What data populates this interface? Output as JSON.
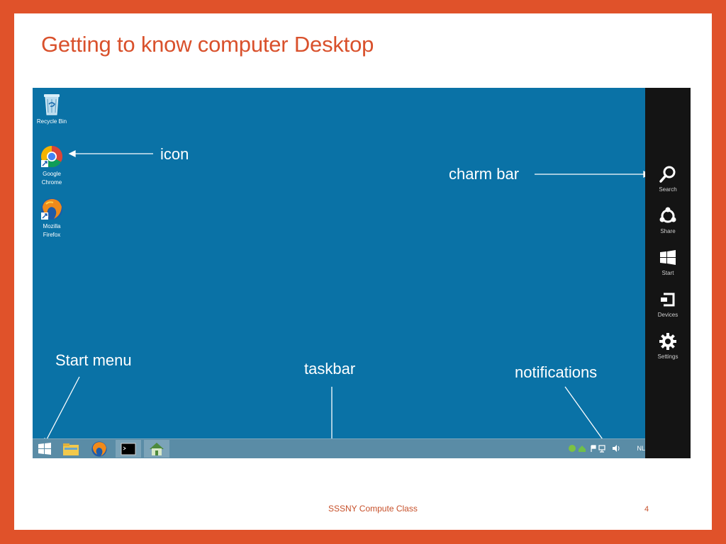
{
  "slide": {
    "title": "Getting to know computer Desktop",
    "footer": "SSSNY Compute Class",
    "page_number": "4"
  },
  "desktop": {
    "icons": [
      {
        "label": "Recycle Bin",
        "icon": "recycle-bin-icon"
      },
      {
        "label": "Google Chrome",
        "icon": "chrome-icon"
      },
      {
        "label": "Mozilla Firefox",
        "icon": "firefox-icon"
      }
    ],
    "background_color": "#0a72a6"
  },
  "charm_bar": {
    "items": [
      {
        "label": "Search",
        "icon": "search-icon"
      },
      {
        "label": "Share",
        "icon": "share-icon"
      },
      {
        "label": "Start",
        "icon": "windows-icon"
      },
      {
        "label": "Devices",
        "icon": "devices-icon"
      },
      {
        "label": "Settings",
        "icon": "gear-icon"
      }
    ]
  },
  "taskbar": {
    "items": [
      {
        "icon": "windows-start-icon"
      },
      {
        "icon": "file-explorer-icon"
      },
      {
        "icon": "firefox-icon"
      },
      {
        "icon": "command-prompt-icon"
      },
      {
        "icon": "home-app-icon"
      }
    ],
    "tray_language": "NL"
  },
  "annotations": {
    "icon": "icon",
    "charm_bar": "charm bar",
    "start_menu": "Start menu",
    "taskbar": "taskbar",
    "notifications": "notifications"
  },
  "colors": {
    "accent": "#e0522a",
    "title": "#d9512c",
    "taskbar": "#5a8ca6",
    "charm_bar": "#141414"
  }
}
